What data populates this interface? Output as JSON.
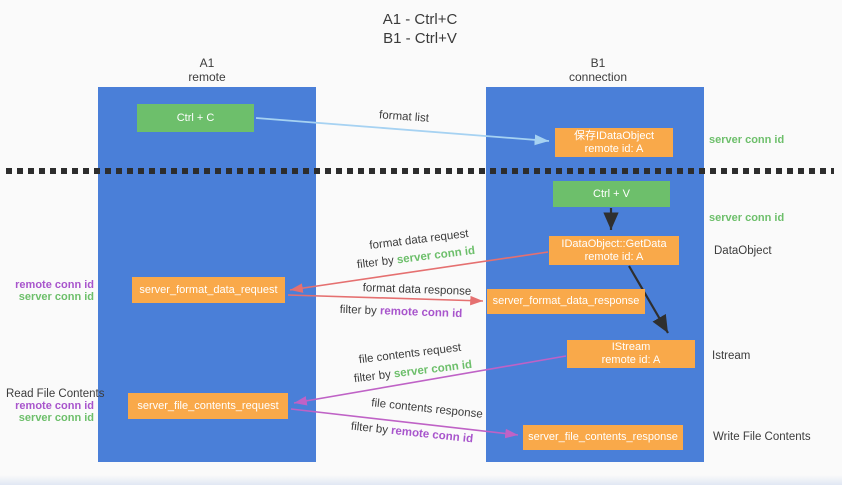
{
  "title": {
    "line1": "A1 - Ctrl+C",
    "line2": "B1 - Ctrl+V"
  },
  "lifelines": {
    "left": {
      "name": "A1",
      "role": "remote"
    },
    "right": {
      "name": "B1",
      "role": "connection"
    }
  },
  "nodes": {
    "ctrl_c": {
      "label": "Ctrl + C"
    },
    "save_idataobject": {
      "line1": "保存IDataObject",
      "line2": "remote id: A"
    },
    "ctrl_v": {
      "label": "Ctrl + V"
    },
    "getdata": {
      "line1": "IDataObject::GetData",
      "line2": "remote id: A"
    },
    "format_request": {
      "label": "server_format_data_request"
    },
    "format_response": {
      "label": "server_format_data_response"
    },
    "istream": {
      "line1": "IStream",
      "line2": "remote id: A"
    },
    "file_request": {
      "label": "server_file_contents_request"
    },
    "file_response": {
      "label": "server_file_contents_response"
    }
  },
  "side_labels": {
    "server_conn_id_top": "server conn id",
    "server_conn_id_mid": "server conn id",
    "dataobject": "DataObject",
    "istream": "Istream",
    "write_file_contents": "Write File Contents",
    "read_file_contents": "Read File Contents",
    "remote_conn_id_1": "remote conn id",
    "server_conn_id_1": "server conn id",
    "remote_conn_id_2": "remote conn id",
    "server_conn_id_2": "server conn id"
  },
  "arrow_labels": {
    "format_list": "format list",
    "format_data_request": "format data request",
    "format_data_response": "format data response",
    "file_contents_request": "file contents request",
    "file_contents_response": "file contents response",
    "filter_by": "filter by ",
    "server_conn_id": "server conn id",
    "remote_conn_id": "remote conn id"
  },
  "colors": {
    "column_blue": "#4a7fd8",
    "green_box": "#6dbf6b",
    "orange_box": "#f9a94a",
    "red_arrow": "#e57070",
    "purple_arrow": "#bf62c6",
    "light_blue_arrow": "#a6d2f2",
    "black_arrow": "#2f2f2f",
    "purple_text": "#a855cc",
    "green_text": "#6dbf6b",
    "dark_text": "#3c3c3c"
  }
}
